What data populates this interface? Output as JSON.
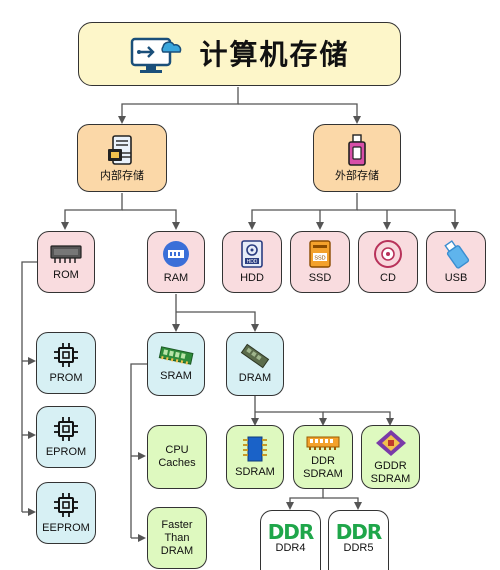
{
  "title": "计算机存储",
  "nodes": {
    "internal": "内部存储",
    "external": "外部存储",
    "rom": "ROM",
    "ram": "RAM",
    "hdd": "HDD",
    "ssd": "SSD",
    "cd": "CD",
    "usb": "USB",
    "prom": "PROM",
    "eprom": "EPROM",
    "eeprom": "EEPROM",
    "sram": "SRAM",
    "dram": "DRAM",
    "cpu_caches": "CPU Caches",
    "faster_than_dram": "Faster Than DRAM",
    "sdram": "SDRAM",
    "ddr_sdram": "DDR SDRAM",
    "gddr_sdram": "GDDR SDRAM",
    "ddr4": "DDR4",
    "ddr5": "DDR5"
  },
  "icon_labels": {
    "hdd": "HDD",
    "ssd": "SSD",
    "ddr": "DDR"
  },
  "colors": {
    "title_bg": "#fdf6c9",
    "category_bg": "#fbd8a8",
    "memory_bg": "#f9dcdf",
    "rom_type_bg": "#d7f0f4",
    "feature_bg": "#def9bf",
    "connector": "#555555",
    "ddr_green": "#1fa64a"
  }
}
